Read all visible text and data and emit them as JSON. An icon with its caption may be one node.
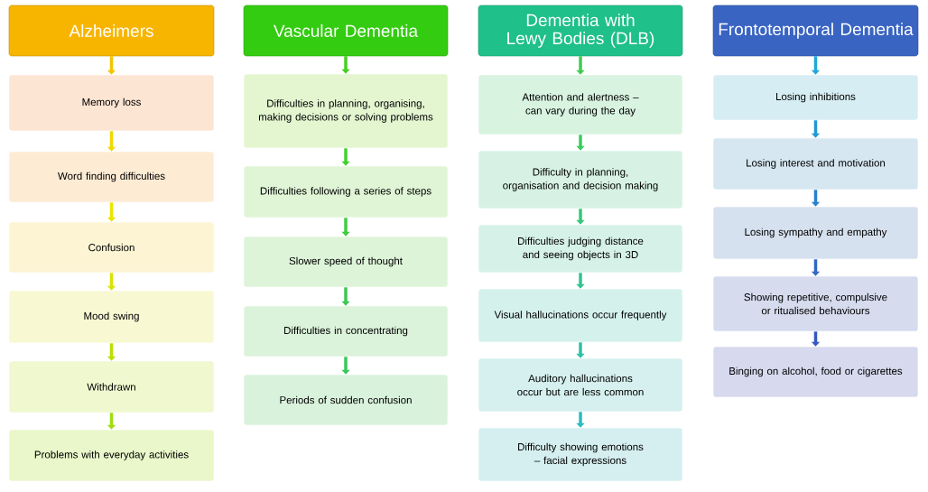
{
  "diagram": {
    "nodes": [
      {
        "text": [
          "Alzheimers"
        ]
      },
      {
        "text": [
          "Memory loss"
        ]
      },
      {
        "text": [
          "Word finding difficulties"
        ]
      },
      {
        "text": [
          "Confusion"
        ]
      },
      {
        "text": [
          "Mood swing"
        ]
      },
      {
        "text": [
          "Withdrawn"
        ]
      },
      {
        "text": [
          "Problems with everyday activities"
        ]
      },
      {
        "text": [
          "Vascular Dementia"
        ]
      },
      {
        "text": [
          "Difficulties in planning, organising, making decisions or solving problems"
        ]
      },
      {
        "text": [
          "Difficulties following a series of steps"
        ]
      },
      {
        "text": [
          "Slower speed of thought"
        ]
      },
      {
        "text": [
          "Difficulties in concentrating"
        ]
      },
      {
        "text": [
          "Periods of sudden confusion"
        ]
      },
      {
        "text": [
          "Dementia with Lewy Bodies (DLB)"
        ]
      },
      {
        "text": [
          "Attention and alertness – can vary during the day"
        ]
      },
      {
        "text": [
          "Difficulty in planning, organisation and decision making"
        ]
      },
      {
        "text": [
          "Difficulties judging distance and seeing objects in 3D"
        ]
      },
      {
        "text": [
          "Visual hallucinations occur frequently"
        ]
      },
      {
        "text": [
          "Auditory hallucinations occur but are less common"
        ]
      },
      {
        "text": [
          "Difficulty showing emotions – facial expressions"
        ]
      },
      {
        "text": [
          "Frontotemporal Dementia"
        ]
      },
      {
        "text": [
          "Losing inhibitions"
        ]
      },
      {
        "text": [
          "Losing interest and motivation"
        ]
      },
      {
        "text": [
          "Losing sympathy and empathy"
        ]
      },
      {
        "text": [
          "Showing repetitive, compulsive or ritualised behaviours"
        ]
      },
      {
        "text": [
          "Binging on alcohol, food or cigarettes"
        ]
      }
    ],
    "edges": [
      {
        "from": 0,
        "to": 1,
        "arrow": "to",
        "color": "#f5c400"
      },
      {
        "from": 1,
        "to": 2,
        "arrow": "to",
        "color": "#f0d800"
      },
      {
        "from": 2,
        "to": 3,
        "arrow": "to",
        "color": "#ece400"
      },
      {
        "from": 3,
        "to": 4,
        "arrow": "to",
        "color": "#d8e400"
      },
      {
        "from": 4,
        "to": 5,
        "arrow": "to",
        "color": "#b8e000"
      },
      {
        "from": 5,
        "to": 6,
        "arrow": "to",
        "color": "#a0dc10"
      },
      {
        "from": 7,
        "to": 8,
        "arrow": "to",
        "color": "#44d020"
      },
      {
        "from": 8,
        "to": 9,
        "arrow": "to",
        "color": "#44d030"
      },
      {
        "from": 9,
        "to": 10,
        "arrow": "to",
        "color": "#40cc40"
      },
      {
        "from": 10,
        "to": 11,
        "arrow": "to",
        "color": "#3cc850"
      },
      {
        "from": 11,
        "to": 12,
        "arrow": "to",
        "color": "#38c858"
      },
      {
        "from": 13,
        "to": 14,
        "arrow": "to",
        "color": "#40cc50"
      },
      {
        "from": 14,
        "to": 15,
        "arrow": "to",
        "color": "#3acb60"
      },
      {
        "from": 15,
        "to": 16,
        "arrow": "to",
        "color": "#34c878"
      },
      {
        "from": 16,
        "to": 17,
        "arrow": "to",
        "color": "#30c490"
      },
      {
        "from": 17,
        "to": 18,
        "arrow": "to",
        "color": "#2cc0a8"
      },
      {
        "from": 18,
        "to": 19,
        "arrow": "to",
        "color": "#28bcc0"
      },
      {
        "from": 20,
        "to": 21,
        "arrow": "to",
        "color": "#20a8d8"
      },
      {
        "from": 21,
        "to": 22,
        "arrow": "to",
        "color": "#2098d4"
      },
      {
        "from": 22,
        "to": 23,
        "arrow": "to",
        "color": "#2a80cc"
      },
      {
        "from": 23,
        "to": 24,
        "arrow": "to",
        "color": "#3068c4"
      },
      {
        "from": 24,
        "to": 25,
        "arrow": "to",
        "color": "#3458c0"
      }
    ]
  }
}
